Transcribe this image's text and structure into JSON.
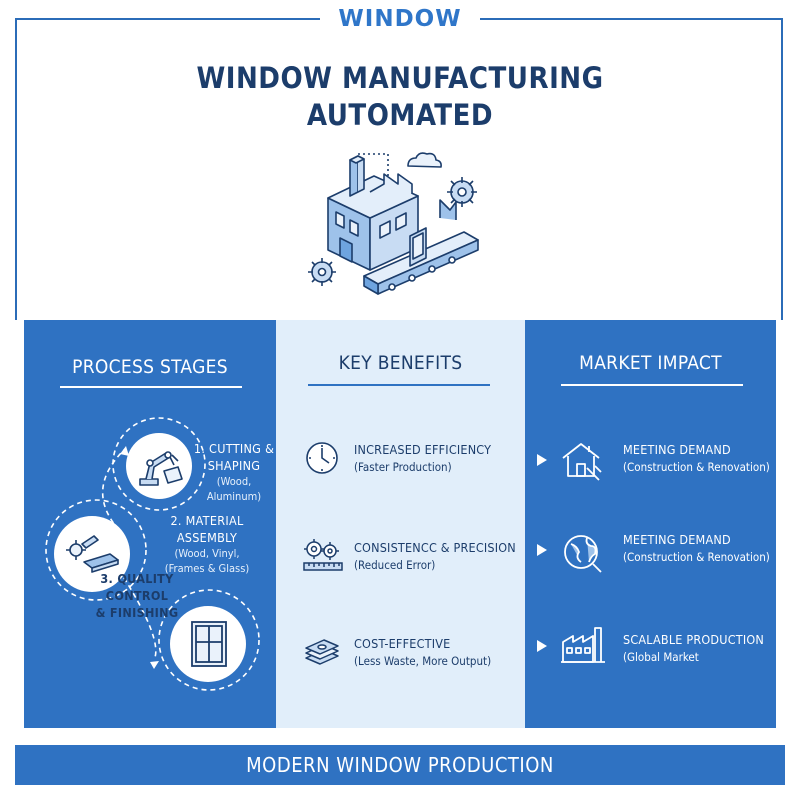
{
  "header": {
    "tag": "WINDOW",
    "title_line1": "WINDOW MANUFACTURING",
    "title_line2": "AUTOMATED",
    "hero_icon": "factory-conveyor-icon"
  },
  "process": {
    "heading": "PROCESS STAGES",
    "stages": [
      {
        "title_line1": "1. CUTTING &",
        "title_line2": "SHAPING",
        "subtitle": "(Wood, Aluminum)",
        "icon": "robot-arm-icon"
      },
      {
        "title_line1": "2. MATERIAL",
        "title_line2": "ASSEMBLY",
        "subtitle_line1": "(Wood, Vinyl,",
        "subtitle_line2": "(Frames & Glass)",
        "icon": "assembly-tools-icon"
      },
      {
        "title_line1": "3. QUALITY",
        "title_line2": "CONTROL",
        "title_line3": "& FINISHING",
        "icon": "window-frame-icon"
      }
    ]
  },
  "benefits": {
    "heading": "KEY BENEFITS",
    "items": [
      {
        "title": "INCREASED EFFICIENCY",
        "subtitle": "(Faster Production)",
        "icon": "clock-icon"
      },
      {
        "title": "CONSISTENCC & PRECISION",
        "subtitle": "(Reduced Error)",
        "icon": "gears-ruler-icon"
      },
      {
        "title": "COST-EFFECTIVE",
        "subtitle": "(Less Waste, More Output)",
        "icon": "money-stack-icon"
      }
    ]
  },
  "impact": {
    "heading": "MARKET IMPACT",
    "items": [
      {
        "title": "MEETING DEMAND",
        "subtitle": "(Construction & Renovation)",
        "icon": "house-tools-icon"
      },
      {
        "title": "MEETING DEMAND",
        "subtitle": "(Construction & Renovation)",
        "icon": "globe-icon"
      },
      {
        "title": "SCALABLE PRODUCTION",
        "subtitle": "(Global Market",
        "icon": "factory-icon"
      }
    ]
  },
  "footer": {
    "label": "MODERN WINDOW PRODUCTION"
  },
  "colors": {
    "primary": "#2f72c2",
    "light": "#e1eefa",
    "dark_text": "#1c3d6b",
    "accent": "#2f76c9"
  }
}
